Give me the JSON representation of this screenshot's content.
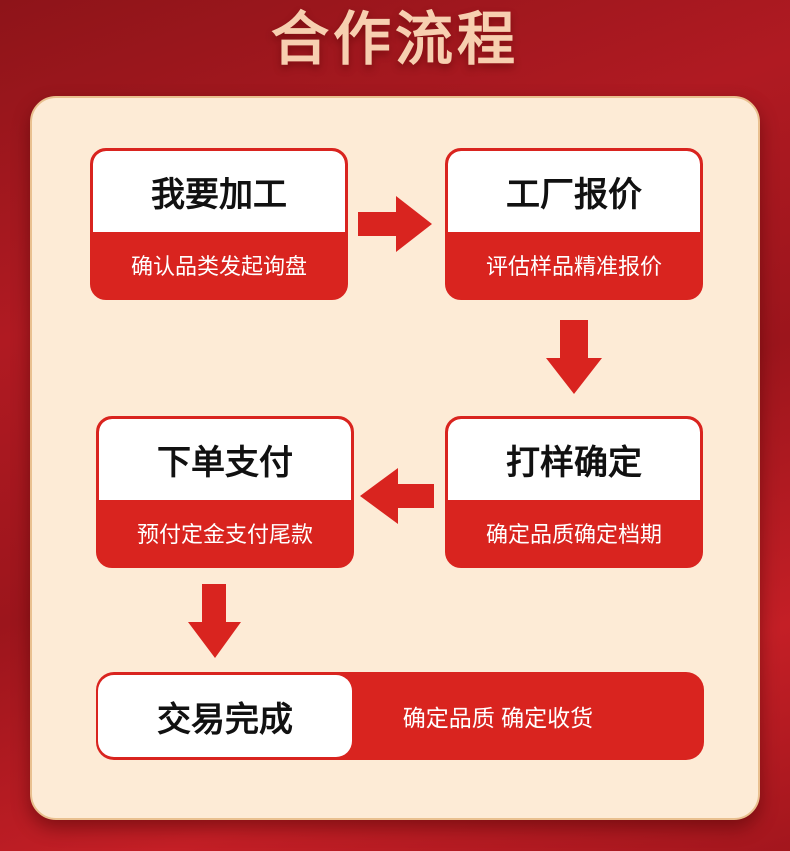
{
  "title": "合作流程",
  "colors": {
    "accent": "#d9241f",
    "panel": "#fdebd6",
    "title": "#f7cfb0"
  },
  "steps": [
    {
      "title": "我要加工",
      "desc": "确认品类发起询盘"
    },
    {
      "title": "工厂报价",
      "desc": "评估样品精准报价"
    },
    {
      "title": "打样确定",
      "desc": "确定品质确定档期"
    },
    {
      "title": "下单支付",
      "desc": "预付定金支付尾款"
    }
  ],
  "final": {
    "title": "交易完成",
    "desc": "确定品质 确定收货"
  }
}
